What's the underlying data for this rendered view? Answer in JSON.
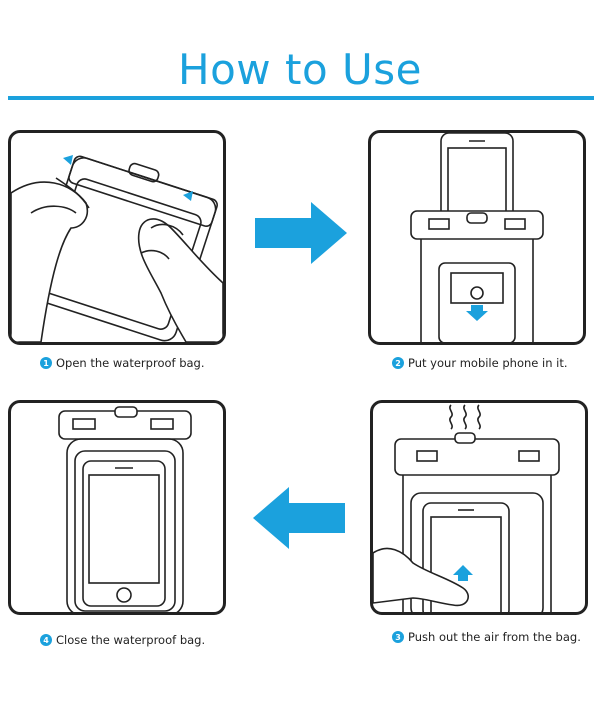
{
  "title": "How to Use",
  "colors": {
    "accent": "#1ba1dd",
    "outline": "#222222"
  },
  "steps": [
    {
      "number": "1",
      "text": "Open the waterproof bag."
    },
    {
      "number": "2",
      "text": "Put your mobile phone in it."
    },
    {
      "number": "3",
      "text": "Push out the air from the bag."
    },
    {
      "number": "4",
      "text": "Close the waterproof bag."
    }
  ],
  "icons": [
    "arrow-right-icon",
    "arrow-left-icon",
    "down-arrow-icon",
    "up-arrow-icon",
    "air-waves-icon"
  ]
}
